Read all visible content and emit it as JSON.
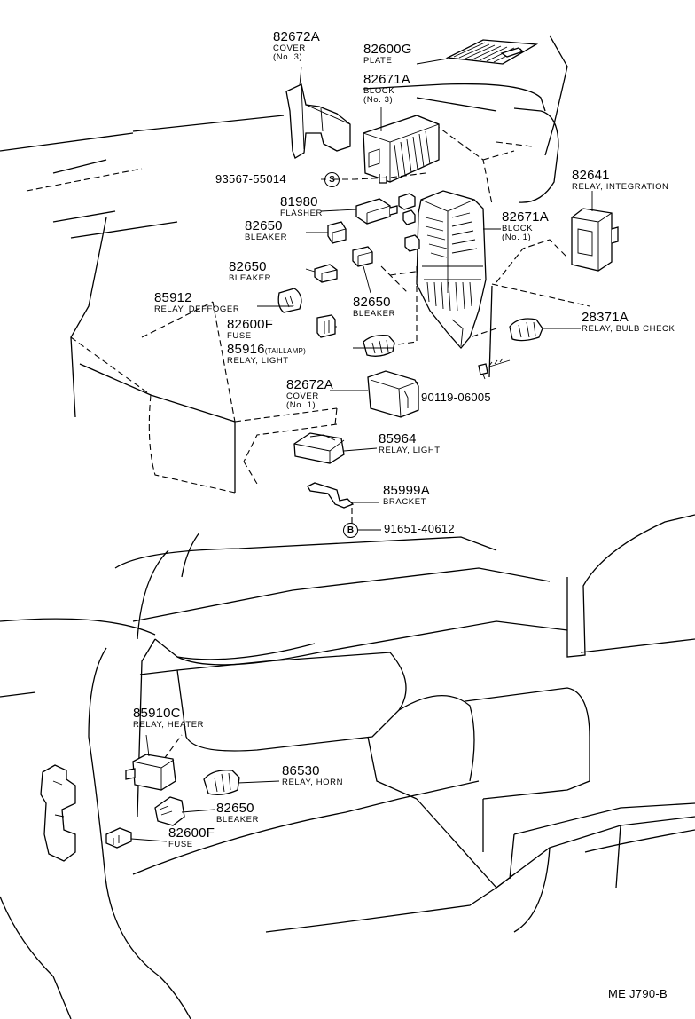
{
  "diagram_ref": "ME J790-B",
  "screw_symbol": "S",
  "bolt_symbol": "B",
  "labels": [
    {
      "id": "cover3",
      "part": "82672A",
      "name": "COVER",
      "extra": "(No. 3)"
    },
    {
      "id": "plate",
      "part": "82600G",
      "name": "PLATE",
      "extra": ""
    },
    {
      "id": "block3",
      "part": "82671A",
      "name": "BLOCK",
      "extra": "(No. 3)"
    },
    {
      "id": "integration",
      "part": "82641",
      "name": "RELAY, INTEGRATION",
      "extra": ""
    },
    {
      "id": "flasher",
      "part": "81980",
      "name": "FLASHER",
      "extra": ""
    },
    {
      "id": "block1",
      "part": "82671A",
      "name": "BLOCK",
      "extra": "(No. 1)"
    },
    {
      "id": "bleaker1",
      "part": "82650",
      "name": "BLEAKER",
      "extra": ""
    },
    {
      "id": "bleaker2",
      "part": "82650",
      "name": "BLEAKER",
      "extra": ""
    },
    {
      "id": "defogger",
      "part": "85912",
      "name": "RELAY, DEFFOGER",
      "extra": ""
    },
    {
      "id": "bleaker3",
      "part": "82650",
      "name": "BLEAKER",
      "extra": ""
    },
    {
      "id": "fuse1",
      "part": "82600F",
      "name": "FUSE",
      "extra": ""
    },
    {
      "id": "bulbcheck",
      "part": "28371A",
      "name": "RELAY, BULB CHECK",
      "extra": ""
    },
    {
      "id": "taillamp",
      "part": "85916",
      "qualifier": "(TAILLAMP)",
      "name": "RELAY, LIGHT",
      "extra": ""
    },
    {
      "id": "cover1",
      "part": "82672A",
      "name": "COVER",
      "extra": "(No. 1)"
    },
    {
      "id": "light",
      "part": "85964",
      "name": "RELAY, LIGHT",
      "extra": ""
    },
    {
      "id": "bracket",
      "part": "85999A",
      "name": "BRACKET",
      "extra": ""
    },
    {
      "id": "heater",
      "part": "85910C",
      "name": "RELAY, HEATER",
      "extra": ""
    },
    {
      "id": "horn",
      "part": "86530",
      "name": "RELAY, HORN",
      "extra": ""
    },
    {
      "id": "bleaker4",
      "part": "82650",
      "name": "BLEAKER",
      "extra": ""
    },
    {
      "id": "fuse2",
      "part": "82600F",
      "name": "FUSE",
      "extra": ""
    }
  ],
  "fasteners": [
    {
      "id": "screw",
      "part": "93567-55014"
    },
    {
      "id": "bolt-b",
      "part": "91651-40612"
    },
    {
      "id": "bolt",
      "part": "90119-06005"
    }
  ]
}
